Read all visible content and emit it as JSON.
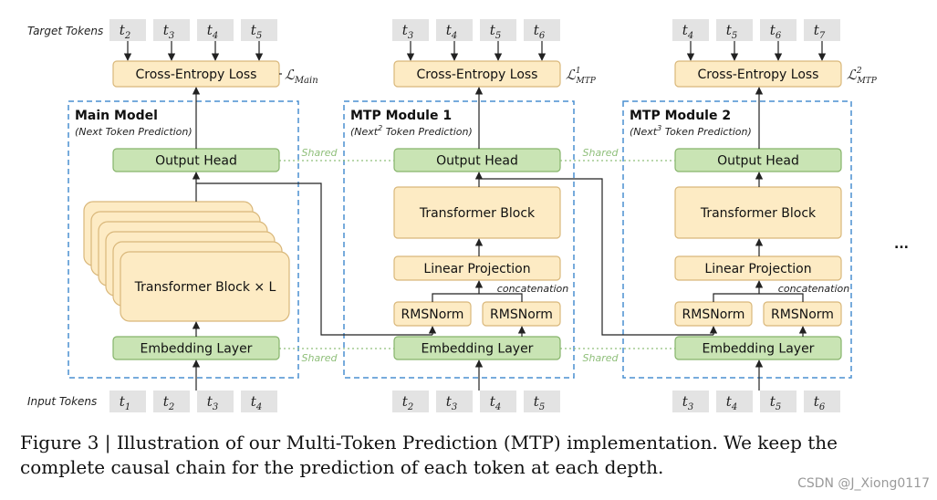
{
  "labels": {
    "target_tokens": "Target Tokens",
    "input_tokens": "Input Tokens",
    "shared": "Shared",
    "concatenation": "concatenation",
    "ellipsis": "...",
    "loss_symbol": "ℒ"
  },
  "boxes": {
    "cross_entropy": "Cross-Entropy Loss",
    "output_head": "Output Head",
    "transformer_block": "Transformer Block",
    "linear_projection": "Linear Projection",
    "rmsnorm": "RMSNorm",
    "embedding_layer": "Embedding Layer"
  },
  "main_model": {
    "title": "Main Model",
    "subtitle": "(Next Token Prediction)",
    "stack_label": "Transformer Block × L",
    "loss_sub": "Main",
    "target_tokens": [
      {
        "base": "t",
        "sub": "2"
      },
      {
        "base": "t",
        "sub": "3"
      },
      {
        "base": "t",
        "sub": "4"
      },
      {
        "base": "t",
        "sub": "5"
      }
    ],
    "input_tokens": [
      {
        "base": "t",
        "sub": "1"
      },
      {
        "base": "t",
        "sub": "2"
      },
      {
        "base": "t",
        "sub": "3"
      },
      {
        "base": "t",
        "sub": "4"
      }
    ]
  },
  "mtp_modules": [
    {
      "title": "MTP Module 1",
      "subtitle_pre": "(Next",
      "subtitle_sup": "2",
      "subtitle_post": " Token Prediction)",
      "loss_sup": "1",
      "loss_sub": "MTP",
      "target_tokens": [
        {
          "base": "t",
          "sub": "3"
        },
        {
          "base": "t",
          "sub": "4"
        },
        {
          "base": "t",
          "sub": "5"
        },
        {
          "base": "t",
          "sub": "6"
        }
      ],
      "input_tokens": [
        {
          "base": "t",
          "sub": "2"
        },
        {
          "base": "t",
          "sub": "3"
        },
        {
          "base": "t",
          "sub": "4"
        },
        {
          "base": "t",
          "sub": "5"
        }
      ]
    },
    {
      "title": "MTP Module 2",
      "subtitle_pre": "(Next",
      "subtitle_sup": "3",
      "subtitle_post": " Token Prediction)",
      "loss_sup": "2",
      "loss_sub": "MTP",
      "target_tokens": [
        {
          "base": "t",
          "sub": "4"
        },
        {
          "base": "t",
          "sub": "5"
        },
        {
          "base": "t",
          "sub": "6"
        },
        {
          "base": "t",
          "sub": "7"
        }
      ],
      "input_tokens": [
        {
          "base": "t",
          "sub": "3"
        },
        {
          "base": "t",
          "sub": "4"
        },
        {
          "base": "t",
          "sub": "5"
        },
        {
          "base": "t",
          "sub": "6"
        }
      ]
    }
  ],
  "caption": {
    "line1": "Figure 3 | Illustration of our Multi-Token Prediction (MTP) implementation.  We keep the",
    "line2": "complete causal chain for the prediction of each token at each depth."
  },
  "watermark": "CSDN @J_Xiong0117",
  "colors": {
    "yellow_fill": "#fdebc4",
    "yellow_stroke": "#d9b77a",
    "green_fill": "#c9e4b4",
    "green_stroke": "#86b46a",
    "token_fill": "#e3e3e3",
    "dash_blue": "#4a8fd0",
    "shared_green": "#8fbf7a"
  }
}
